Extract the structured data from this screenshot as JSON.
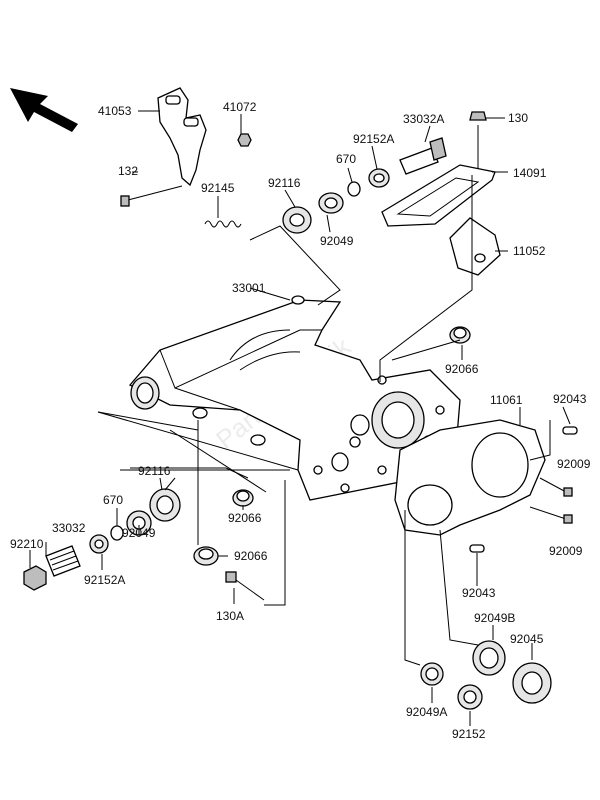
{
  "labels": {
    "l41053": "41053",
    "l41072": "41072",
    "l132": "132",
    "l92145": "92145",
    "l92116_top": "92116",
    "l670_top": "670",
    "l92152A_top": "92152A",
    "l33032A": "33032A",
    "l130": "130",
    "l14091": "14091",
    "l92049_top": "92049",
    "l11052": "11052",
    "l33001": "33001",
    "l92066_right": "92066",
    "l11061": "11061",
    "l92043_top": "92043",
    "l92009_top": "92009",
    "l92009_bot": "92009",
    "l92116_left": "92116",
    "l670_left": "670",
    "l92210": "92210",
    "l33032": "33032",
    "l92152A_left": "92152A",
    "l92049_left": "92049",
    "l92066_a": "92066",
    "l92066_b": "92066",
    "l130A": "130A",
    "l92043_bot": "92043",
    "l92049B": "92049B",
    "l92045": "92045",
    "l92049A": "92049A",
    "l92152": "92152"
  },
  "watermark": "PartsRepublik",
  "icons": {
    "direction_arrow": "front-direction-arrow-icon"
  }
}
